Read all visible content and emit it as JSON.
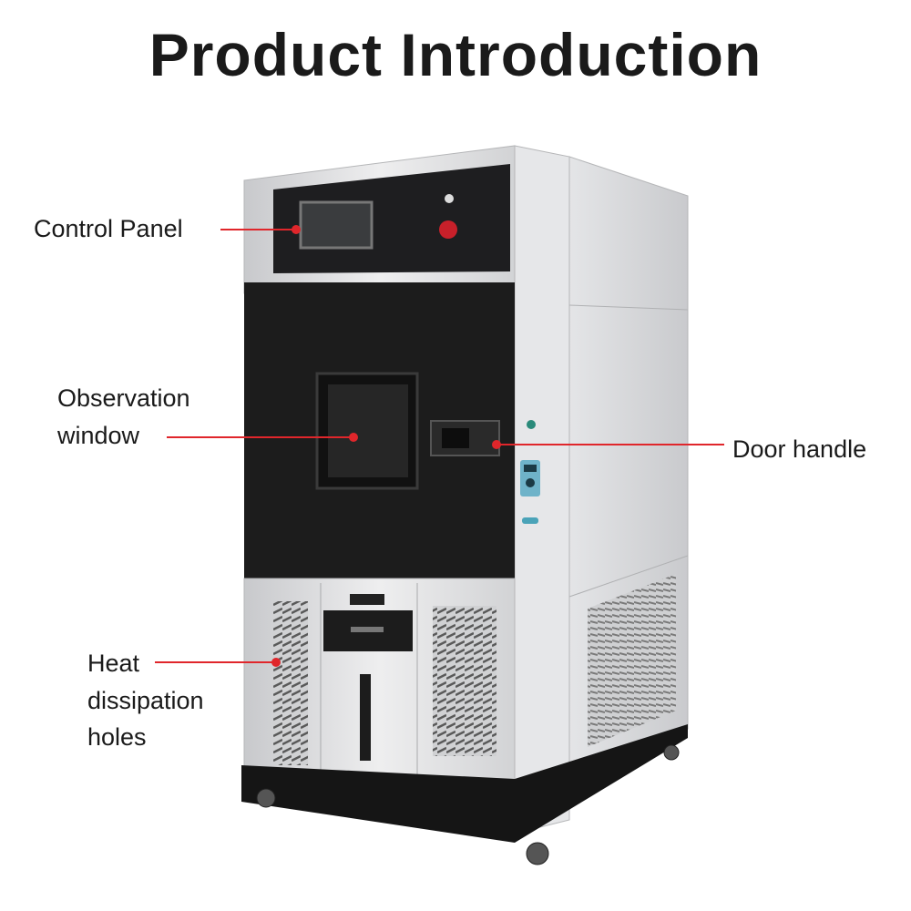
{
  "title": "Product Introduction",
  "annotations": {
    "control_panel": "Control Panel",
    "observation_window": [
      "Observation",
      "window"
    ],
    "door_handle": "Door handle",
    "heat_dissipation": [
      "Heat",
      "dissipation",
      "holes"
    ]
  },
  "colors": {
    "leader_line": "#e0262b",
    "door": "#1c1c1c",
    "body": "#d9dadc"
  }
}
